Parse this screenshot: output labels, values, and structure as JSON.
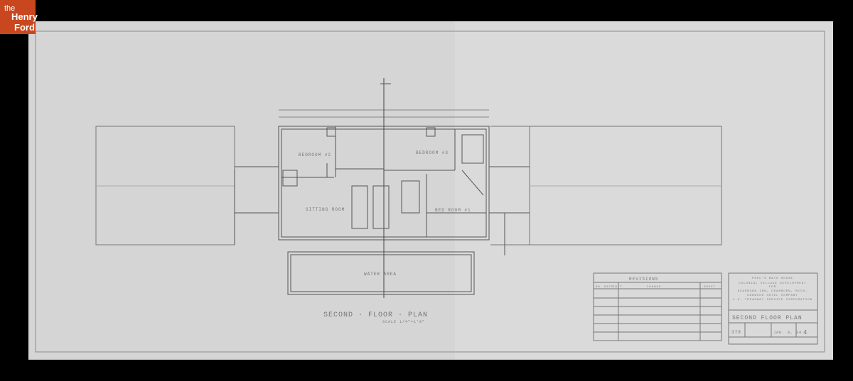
{
  "logo": {
    "the": "the",
    "henry": "Henry",
    "ford": "Ford",
    "color": "#c9471e"
  },
  "drawing": {
    "title": "SECOND · FLOOR · PLAN",
    "scale": "SCALE 1/4\"=1'0\"",
    "rooms": {
      "bedroom_2": "BEDROOM #2",
      "bedroom_3": "BEDROOM #3",
      "sitting_room": "SITTING ROOM",
      "bedroom_1": "BED ROOM #1",
      "water_area": "WATER AREA"
    }
  },
  "revisions": {
    "heading": "REVISIONS",
    "columns": [
      "NO.",
      "DATE",
      "INIT.",
      "CHANGE",
      "SHEET"
    ]
  },
  "title_block": {
    "lines": [
      "POOL'S BATH HOUSE",
      "COLONIAL VILLAGE DEVELOPMENT",
      "FOR",
      "DEARBORN INN, DEARBORN, MICH.",
      "OAKWOOD HOTEL COMPANY",
      "L.G. TREADWAY SERVICE CORPORATION"
    ],
    "sheet_title": "SECOND FLOOR PLAN",
    "drawing_no": "378",
    "date": "JAN. 8, 34",
    "sheet_no": "4"
  },
  "colors": {
    "paper": "#d6d6d6",
    "lines": "#6a6a6a",
    "background": "#000000"
  }
}
